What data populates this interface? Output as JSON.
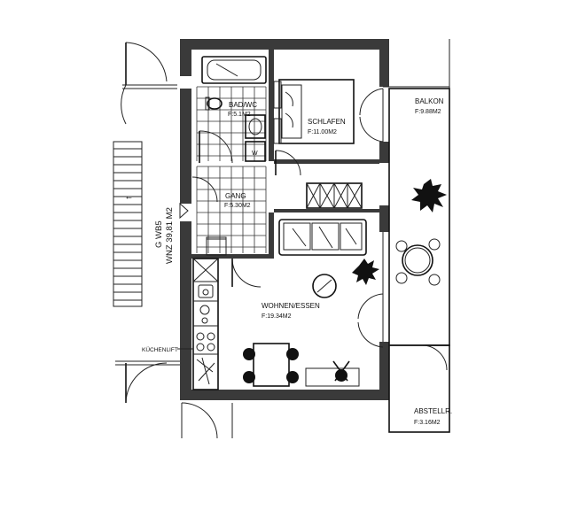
{
  "rooms": {
    "bad_wc": {
      "name": "BAD/WC",
      "area": "F:5.1M2"
    },
    "schlafen": {
      "name": "SCHLAFEN",
      "area": "F:11.00M2"
    },
    "gang": {
      "name": "GANG",
      "area": "F:5.30M2"
    },
    "wohnen": {
      "name": "WOHNEN/ESSEN",
      "area": "F:19.34M2"
    },
    "balkon": {
      "name": "BALKON",
      "area": "F:9.88M2"
    },
    "abstell": {
      "name": "ABSTELLR.",
      "area": "F:3.16M2"
    }
  },
  "unit": {
    "id": "G WB5",
    "size": "WNZ 39,81 M2"
  },
  "annotations": {
    "kitchen_label": "KÜCHENLIFT",
    "stair_mark": "↑"
  },
  "colors": {
    "walls": "#3a3a3a",
    "lines": "#111111",
    "background": "#ffffff"
  }
}
